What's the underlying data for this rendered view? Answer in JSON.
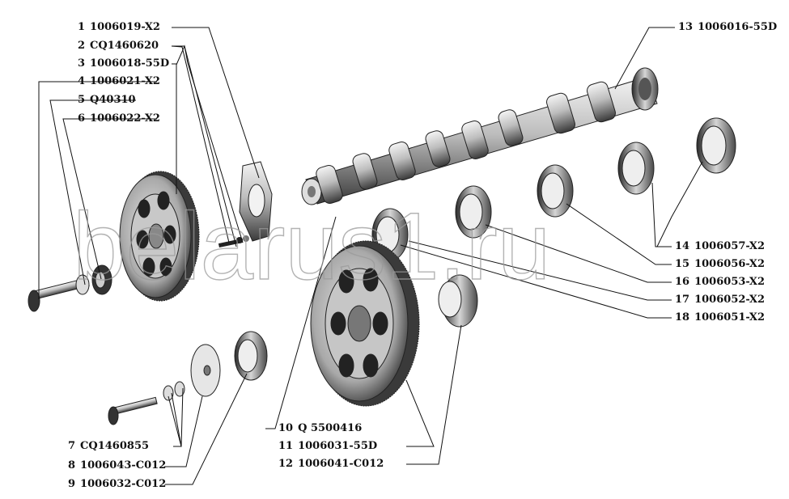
{
  "watermark": "belarus1.ru",
  "labels": [
    {
      "num": "1",
      "code": "1006019-X2"
    },
    {
      "num": "2",
      "code": "CQ1460620"
    },
    {
      "num": "3",
      "code": "1006018-55D"
    },
    {
      "num": "4",
      "code": "1006021-X2"
    },
    {
      "num": "5",
      "code": "Q40310"
    },
    {
      "num": "6",
      "code": "1006022-X2"
    },
    {
      "num": "7",
      "code": "CQ1460855"
    },
    {
      "num": "8",
      "code": "1006043-C012"
    },
    {
      "num": "9",
      "code": "1006032-C012"
    },
    {
      "num": "10",
      "code": "Q 5500416"
    },
    {
      "num": "11",
      "code": "1006031-55D"
    },
    {
      "num": "12",
      "code": "1006041-C012"
    },
    {
      "num": "13",
      "code": "1006016-55D"
    },
    {
      "num": "14",
      "code": "1006057-X2"
    },
    {
      "num": "15",
      "code": "1006056-X2"
    },
    {
      "num": "16",
      "code": "1006053-X2"
    },
    {
      "num": "17",
      "code": "1006052-X2"
    },
    {
      "num": "18",
      "code": "1006051-X2"
    }
  ]
}
